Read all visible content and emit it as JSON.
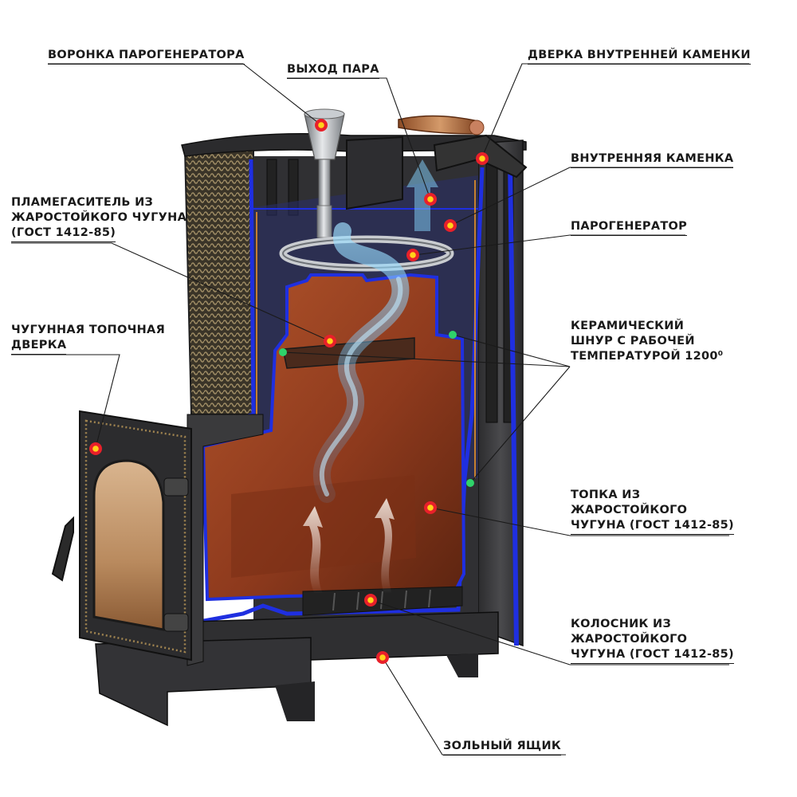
{
  "labels": {
    "funnel": "ВОРОНКА ПАРОГЕНЕРАТОРА",
    "steam_out": "ВЫХОД ПАРА",
    "inner_door": "ДВЕРКА ВНУТРЕННЕЙ КАМЕНКИ",
    "inner_stones": "ВНУТРЕННЯЯ КАМЕНКА",
    "steam_gen": "ПАРОГЕНЕРАТОР",
    "flame_damper": [
      "ПЛАМЕГАСИТЕЛЬ ИЗ",
      "ЖАРОСТОЙКОГО ЧУГУНА",
      "(ГОСТ 1412-85)"
    ],
    "firebox_door": [
      "ЧУГУННАЯ ТОПОЧНАЯ",
      "ДВЕРКА"
    ],
    "ceramic_cord": [
      "КЕРАМИЧЕСКИЙ",
      "ШНУР С РАБОЧЕЙ",
      "ТЕМПЕРАТУРОЙ 1200⁰"
    ],
    "firebox": [
      "ТОПКА ИЗ",
      "ЖАРОСТОЙКОГО",
      "ЧУГУНА (ГОСТ 1412-85)"
    ],
    "grate": [
      "КОЛОСНИК ИЗ",
      "ЖАРОСТОЙКОГО",
      "ЧУГУНА (ГОСТ 1412-85)"
    ],
    "ash_box": "ЗОЛЬНЫЙ ЯЩИК"
  },
  "colors": {
    "marker_red": "#e8202a",
    "marker_yellow": "#ffd21a",
    "marker_green": "#2fd36a",
    "insulation_blue": "#1f2fe0",
    "firebox_copper": "#9a3f1f",
    "body_dark": "#3a3a3c",
    "steam": "#7fd0ff"
  }
}
